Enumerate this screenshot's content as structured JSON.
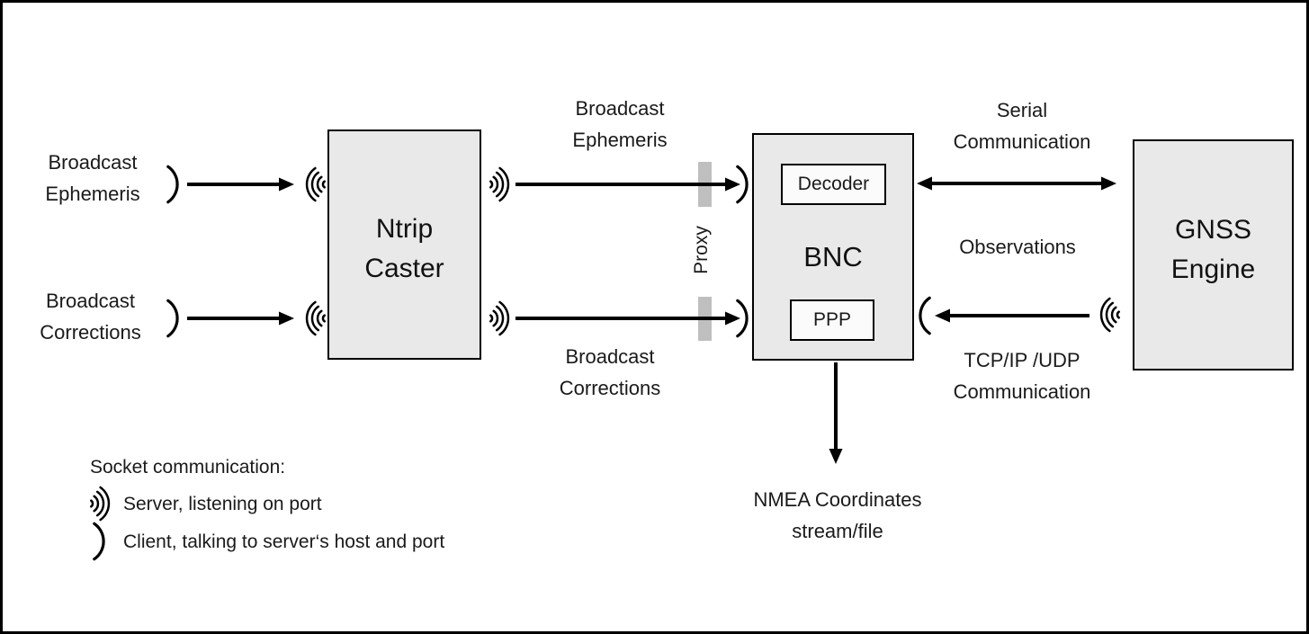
{
  "boxes": {
    "ntrip_caster": [
      "Ntrip",
      "Caster"
    ],
    "bnc": "BNC",
    "bnc_decoder": "Decoder",
    "bnc_ppp": "PPP",
    "gnss_engine": [
      "GNSS",
      "Engine"
    ]
  },
  "labels": {
    "left_ephemeris": [
      "Broadcast",
      "Ephemeris"
    ],
    "left_corrections": [
      "Broadcast",
      "Corrections"
    ],
    "mid_ephemeris": [
      "Broadcast",
      "Ephemeris"
    ],
    "mid_corrections": [
      "Broadcast",
      "Corrections"
    ],
    "serial": [
      "Serial",
      "Communication"
    ],
    "observations": "Observations",
    "tcpip_udp": [
      "TCP/IP /UDP",
      "Communication"
    ],
    "nmea": [
      "NMEA Coordinates",
      "stream/file"
    ],
    "proxy": "Proxy"
  },
  "legend": {
    "title": "Socket communication:",
    "server": "Server, listening on port",
    "client": "Client, talking to server‘s host and port"
  },
  "colors": {
    "box_fill": "#e9e9e9",
    "inner_box_fill": "#fbfbfb",
    "proxy_bar": "#bfbfbf",
    "line": "#000000",
    "text": "#1a1a1a"
  }
}
